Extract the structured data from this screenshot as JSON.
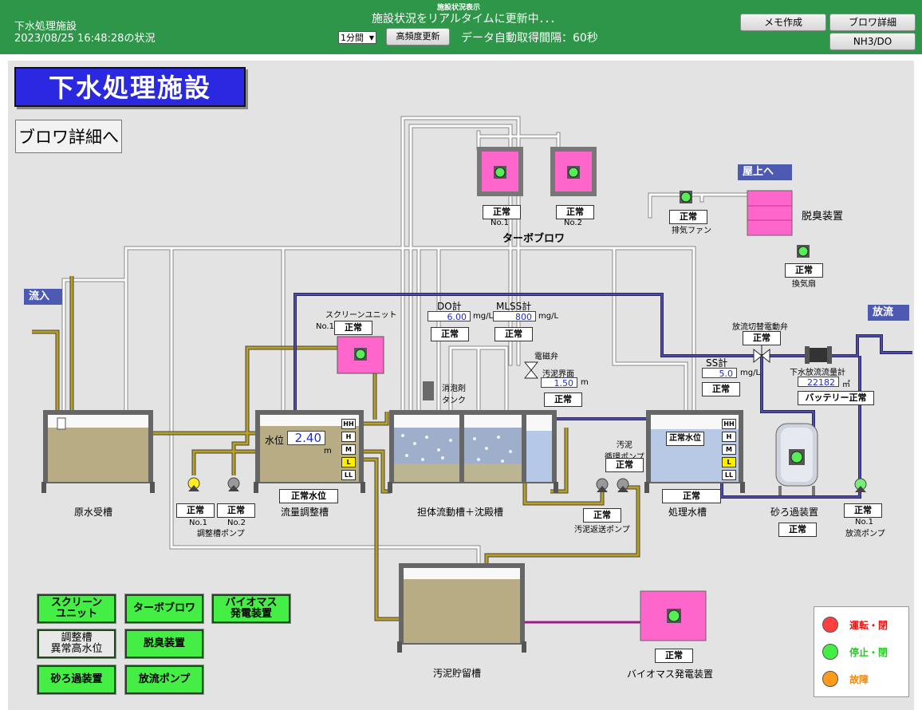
{
  "header": {
    "facility": "下水処理施設",
    "status_time": "2023/08/25 16:48:28の状況",
    "page_caption": "施設状況表示",
    "refresh_message": "施設状況をリアルタイムに更新中．．．",
    "interval_select": "1分間",
    "high_freq_button": "高頻度更新",
    "auto_interval": "データ自動取得間隔：60秒",
    "memo_button": "メモ作成",
    "blower_detail_button": "ブロワ詳細",
    "nh3_button": "NH3/DO"
  },
  "panel": {
    "title": "下水処理施設",
    "blower_link": "ブロワ詳細へ",
    "inflow": "流入",
    "rooftop": "屋上へ",
    "discharge": "放流",
    "deodor_label": "脱臭装置",
    "exhaust_fan_label": "排気ファン",
    "vent_fan_label": "換気扇",
    "turbo_label": "ターボブロワ",
    "turbo_no1": "No.1",
    "turbo_no2": "No.2",
    "screen_unit_label": "スクリーンユニット",
    "screen_no1": "No.1",
    "do_label": "DO計",
    "do_value": "6.00",
    "do_unit": "mg/L",
    "mlss_label": "MLSS計",
    "mlss_value": "800",
    "mlss_unit": "mg/L",
    "solenoid_label": "電磁弁",
    "sludge_if_label": "汚泥界面",
    "sludge_if_value": "1.50",
    "sludge_if_unit": "m",
    "defoam_label": "消泡剤\nタンク",
    "ss_label": "SS計",
    "ss_value": "5.0",
    "ss_unit": "mg/L",
    "valve_label": "放流切替電動弁",
    "flow_label": "下水放流流量計",
    "flow_value": "22182",
    "flow_unit": "㎥",
    "battery_status": "バッテリー正常",
    "water_level_label": "水位",
    "water_level_value": "2.40",
    "water_level_unit": "m",
    "normal_level": "正常水位",
    "treated_normal_level": "正常水位",
    "sludge_circ_label": "汚泥\n循環ポンプ",
    "sludge_return_label": "汚泥返送ポンプ",
    "raw_tank_label": "原水受槽",
    "adjust_tank_label": "流量調整槽",
    "adjust_pump_no1": "No.1",
    "adjust_pump_no2": "No.2",
    "adjust_pump_label": "調整槽ポンプ",
    "carrier_tank_label": "担体流動槽＋沈殿槽",
    "treated_tank_label": "処理水槽",
    "sand_filter_label": "砂ろ過装置",
    "discharge_pump_no1": "No.1",
    "discharge_pump_label": "放流ポンプ",
    "sludge_storage_label": "汚泥貯留槽",
    "biomass_label": "バイオマス発電装置",
    "level_tags": [
      "HH",
      "H",
      "M",
      "L",
      "LL"
    ],
    "status_text": "正常"
  },
  "nav_buttons": [
    {
      "label": "スクリーン\nユニット",
      "style": "green"
    },
    {
      "label": "ターボブロワ",
      "style": "green"
    },
    {
      "label": "バイオマス\n発電装置",
      "style": "green"
    },
    {
      "label": "調整槽\n異常高水位",
      "style": "gray"
    },
    {
      "label": "脱臭装置",
      "style": "green"
    },
    {
      "label": "砂ろ過装置",
      "style": "green"
    },
    {
      "label": "放流ポンプ",
      "style": "green"
    }
  ],
  "legend": [
    {
      "label": "運転・閉",
      "color": "#ff2a2a"
    },
    {
      "label": "停止・閉",
      "color": "#22dd22"
    },
    {
      "label": "故障",
      "color": "#ff9a1a"
    }
  ],
  "colors": {
    "header_bg": "#2e9648",
    "title_bg": "#2a28e0",
    "pink_unit": "#ff66cc",
    "sewage_pipe": "#b8a020",
    "treated_pipe": "#4d4ab8",
    "air_pipe": "#ffffff",
    "biomass_pipe": "#a0188a"
  }
}
